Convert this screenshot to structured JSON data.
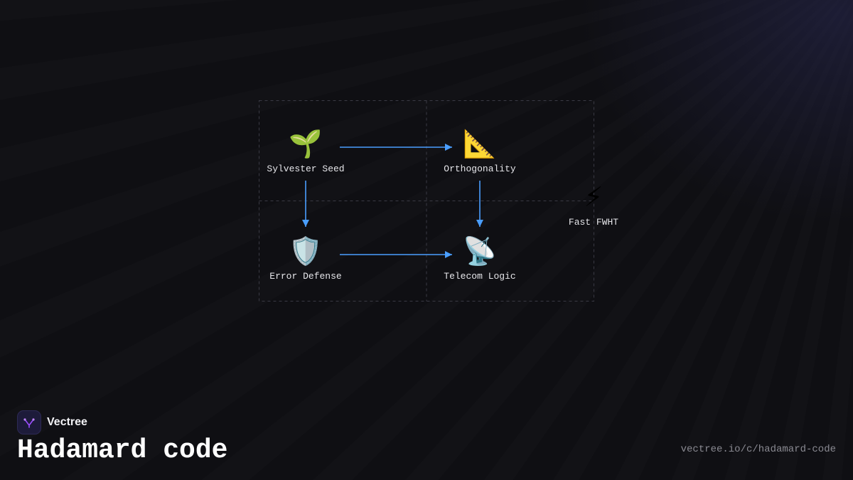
{
  "brand": {
    "name": "Vectree",
    "logo_icon": "vectree-tree-icon"
  },
  "page": {
    "title": "Hadamard code",
    "url": "vectree.io/c/hadamard-code"
  },
  "colors": {
    "background": "#0f0f13",
    "arrow": "#4a9eff",
    "grid_line": "#3a3a44",
    "label": "#e6e6ea",
    "logo_accent": "#9b4dff"
  },
  "diagram": {
    "nodes": [
      {
        "id": "sylvester-seed",
        "icon": "🌱",
        "icon_name": "seedling-icon",
        "label": "Sylvester Seed"
      },
      {
        "id": "orthogonality",
        "icon": "📐",
        "icon_name": "triangular-ruler-icon",
        "label": "Orthogonality"
      },
      {
        "id": "fast-fwht",
        "icon": "⚡",
        "icon_name": "lightning-icon",
        "label": "Fast FWHT"
      },
      {
        "id": "error-defense",
        "icon": "🛡️",
        "icon_name": "shield-icon",
        "label": "Error Defense"
      },
      {
        "id": "telecom-logic",
        "icon": "📡",
        "icon_name": "satellite-antenna-icon",
        "label": "Telecom Logic"
      }
    ],
    "edges": [
      {
        "from": "sylvester-seed",
        "to": "orthogonality"
      },
      {
        "from": "sylvester-seed",
        "to": "error-defense"
      },
      {
        "from": "orthogonality",
        "to": "telecom-logic"
      },
      {
        "from": "error-defense",
        "to": "telecom-logic"
      }
    ]
  }
}
